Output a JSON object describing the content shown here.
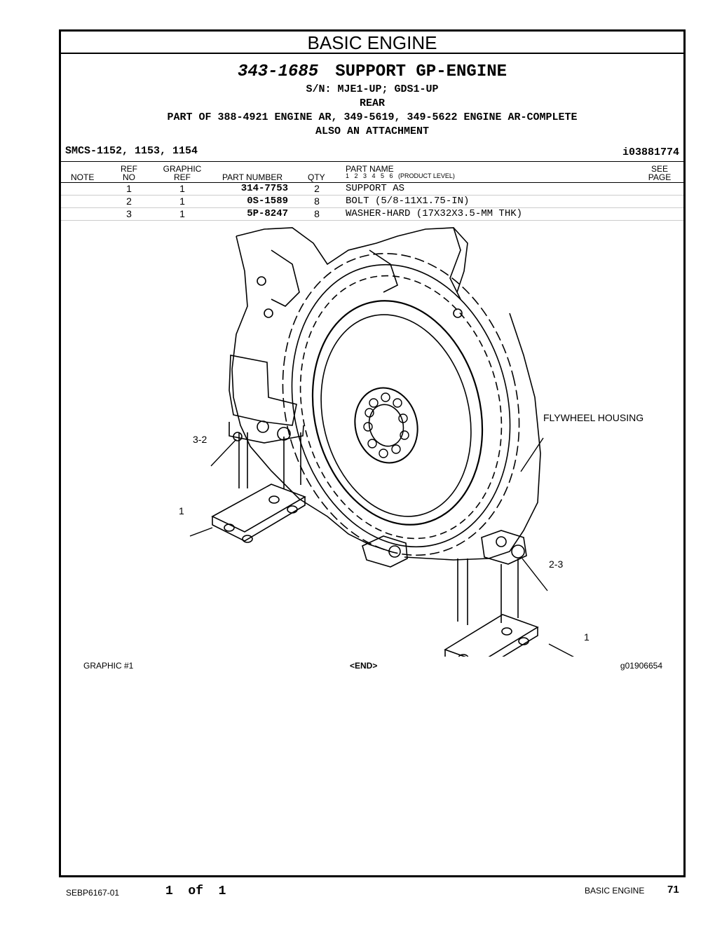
{
  "section": {
    "title": "BASIC ENGINE"
  },
  "part": {
    "number": "343-1685",
    "name": "SUPPORT GP-ENGINE",
    "serial": "S/N: MJE1-UP; GDS1-UP",
    "location": "REAR",
    "part_of": "PART OF 388-4921 ENGINE AR, 349-5619, 349-5622 ENGINE AR-COMPLETE",
    "also": "ALSO AN ATTACHMENT"
  },
  "smcs": "SMCS-1152, 1153, 1154",
  "illustration_id": "i03881774",
  "table": {
    "headers": {
      "note": "NOTE",
      "ref_no_1": "REF",
      "ref_no_2": "NO",
      "graphic_ref_1": "GRAPHIC",
      "graphic_ref_2": "REF",
      "part_number": "PART NUMBER",
      "qty": "QTY",
      "part_name": "PART NAME",
      "levels": "1   2   3   4   5   6   (PRODUCT LEVEL)",
      "see_page_1": "SEE",
      "see_page_2": "PAGE"
    },
    "rows": [
      {
        "ref": "1",
        "graphic": "1",
        "part_number": "314-7753",
        "qty": "2",
        "name": "SUPPORT AS"
      },
      {
        "ref": "2",
        "graphic": "1",
        "part_number": "0S-1589",
        "qty": "8",
        "name": "BOLT (5/8-11X1.75-IN)"
      },
      {
        "ref": "3",
        "graphic": "1",
        "part_number": "5P-8247",
        "qty": "8",
        "name": "WASHER-HARD (17X32X3.5-MM THK)"
      }
    ]
  },
  "figure": {
    "callouts": {
      "flywheel_housing": "FLYWHEEL HOUSING",
      "c32": "3-2",
      "c1_left": "1",
      "c23": "2-3",
      "c1_right": "1"
    },
    "graphic_label": "GRAPHIC #1",
    "end_label": "<END>",
    "graphic_id": "g01906654"
  },
  "footer": {
    "doc_id": "SEBP6167-01",
    "page_of": "1  of  1",
    "section": "BASIC ENGINE",
    "page_number": "71"
  }
}
